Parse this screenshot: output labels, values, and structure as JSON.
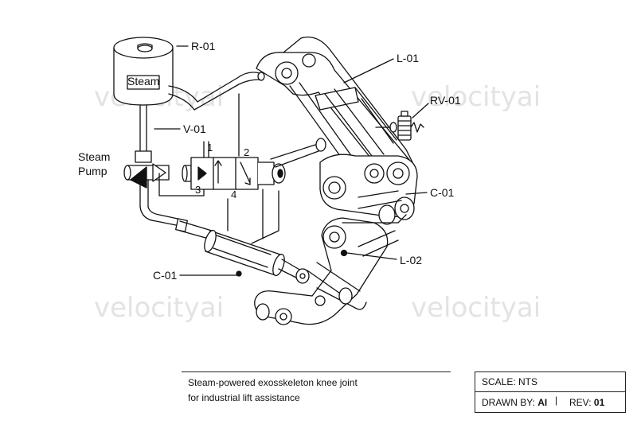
{
  "watermark": "velocityai",
  "labels": {
    "reservoir": "R-01",
    "reservoir_cap": "Steam",
    "valve": "V-01",
    "pump_line1": "Steam",
    "pump_line2": "Pump",
    "cylinder_left": "C-01",
    "cylinder_right": "C-01",
    "link_upper": "L-01",
    "link_lower": "L-02",
    "relief_valve": "RV-01",
    "port1": "1",
    "port2": "2",
    "port3": "3",
    "port4": "4"
  },
  "title_block": {
    "line1": "Steam-powered exosskeleton knee joint",
    "line2": "for industrial lift assistance",
    "scale": "SCALE: NTS",
    "drawn_by_label": "DRAWN BY:",
    "drawn_by_value": "AI",
    "separator": "|",
    "rev_label": "REV:",
    "rev_value": "01"
  }
}
